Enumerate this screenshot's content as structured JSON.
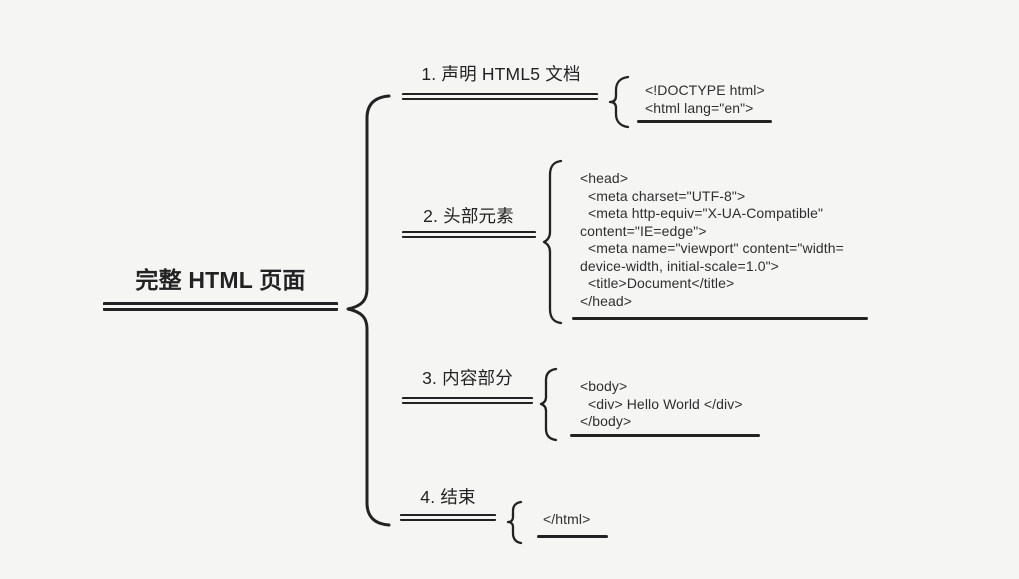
{
  "colors": {
    "ink": "#222222",
    "bg": "#f5f5f3",
    "code-ink": "#2e2e2e"
  },
  "mindmap": {
    "root": {
      "label": "完整 HTML 页面"
    },
    "branches": [
      {
        "label": "1. 声明 HTML5 文档",
        "code": "<!DOCTYPE html>\n<html lang=\"en\">"
      },
      {
        "label": "2. 头部元素",
        "code": "<head>\n  <meta charset=\"UTF-8\">\n  <meta http-equiv=\"X-UA-Compatible\"\ncontent=\"IE=edge\">\n  <meta name=\"viewport\" content=\"width=\ndevice-width, initial-scale=1.0\">\n  <title>Document</title>\n</head>"
      },
      {
        "label": "3. 内容部分",
        "code": "<body>\n  <div> Hello World </div>\n</body>"
      },
      {
        "label": "4. 结束",
        "code": "</html>"
      }
    ]
  }
}
